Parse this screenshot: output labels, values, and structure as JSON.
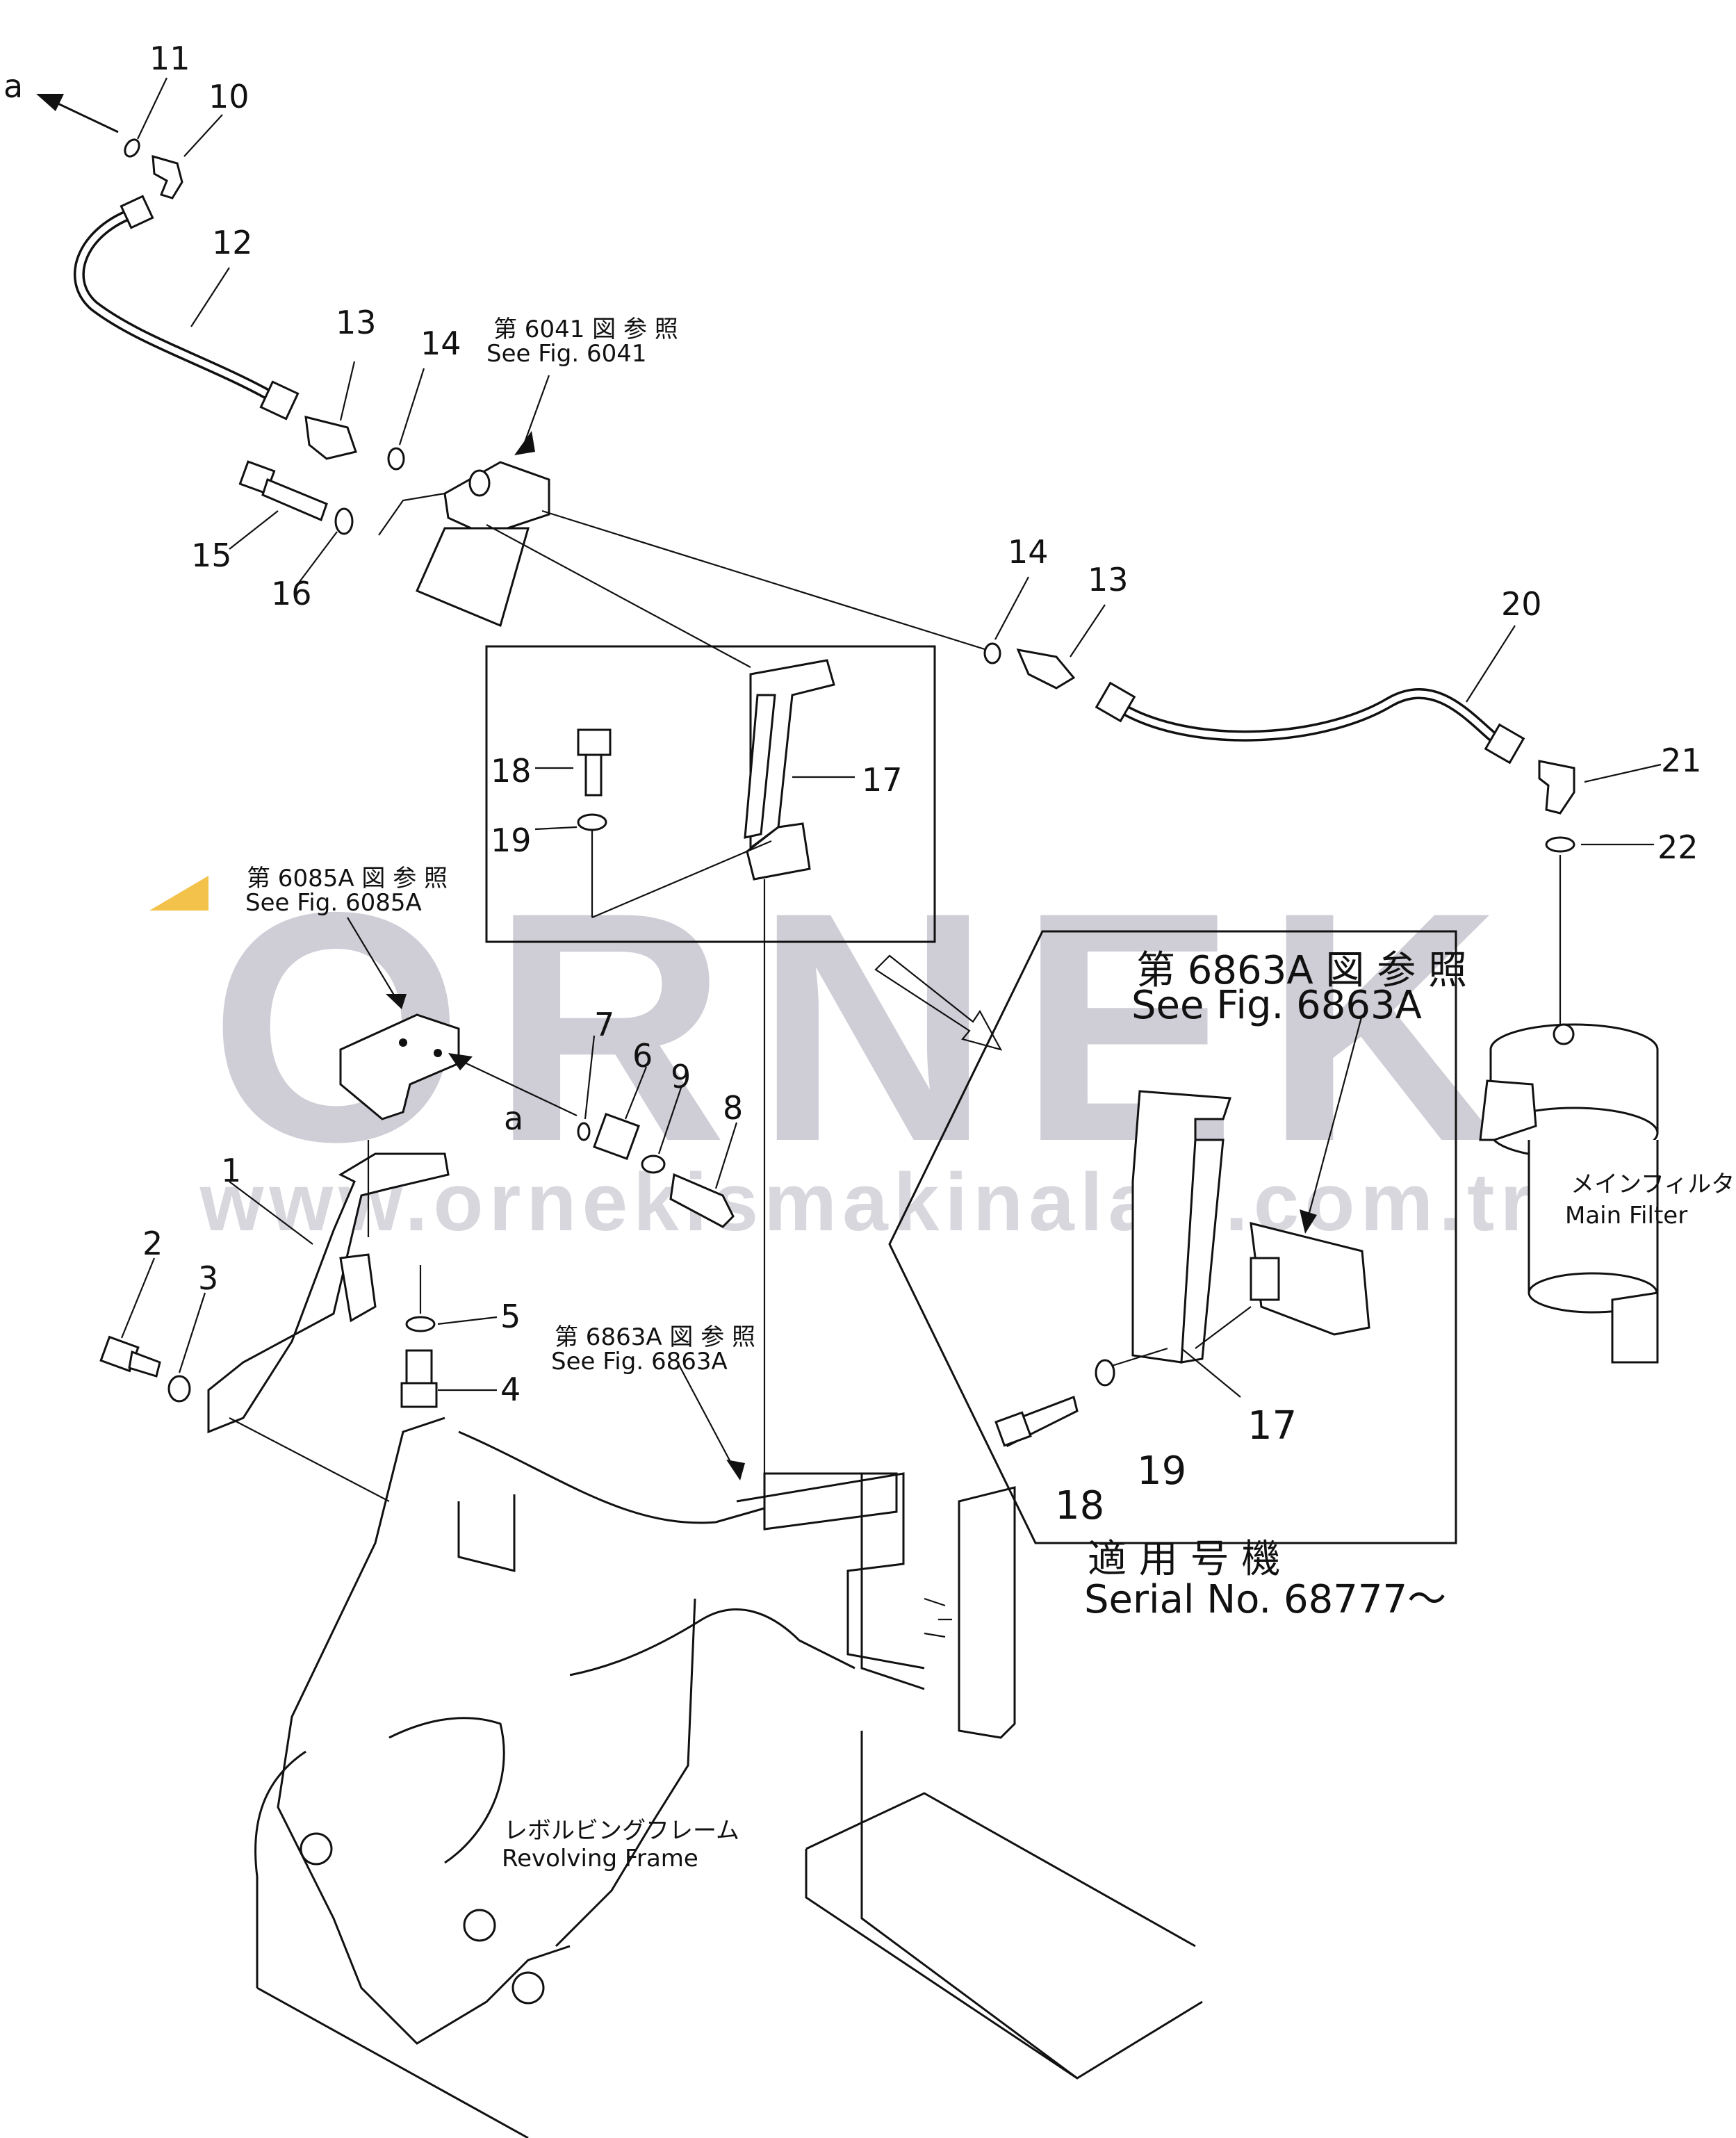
{
  "watermark": {
    "brand": "ORNEK",
    "url": "www.ornekismakinalari.com.tr",
    "accent_color": "#f3c24a",
    "text_color": "#cfcdd6"
  },
  "part_numbers": [
    "a",
    "11",
    "10",
    "12",
    "13",
    "14",
    "15",
    "16",
    "14",
    "13",
    "20",
    "21",
    "22",
    "17",
    "18",
    "19",
    "7",
    "6",
    "9",
    "8",
    "1",
    "2",
    "3",
    "5",
    "4",
    "a",
    "18",
    "19",
    "17"
  ],
  "references": {
    "fig6041": {
      "jp": "第 6041 図 参 照",
      "en": "See Fig. 6041"
    },
    "fig6085a": {
      "jp": "第 6085A 図 参 照",
      "en": "See Fig. 6085A"
    },
    "fig6863a_big": {
      "jp": "第 6863A 図 参 照",
      "en": "See Fig. 6863A"
    },
    "fig6863a_small": {
      "jp": "第 6863A 図 参 照",
      "en": "See Fig. 6863A"
    }
  },
  "labels": {
    "main_filter_jp": "メインフィルタ",
    "main_filter_en": "Main Filter",
    "frame_jp": "レボルビングフレーム",
    "frame_en": "Revolving Frame",
    "serial_jp": "適 用 号 機",
    "serial_en": "Serial No. 68777～"
  }
}
